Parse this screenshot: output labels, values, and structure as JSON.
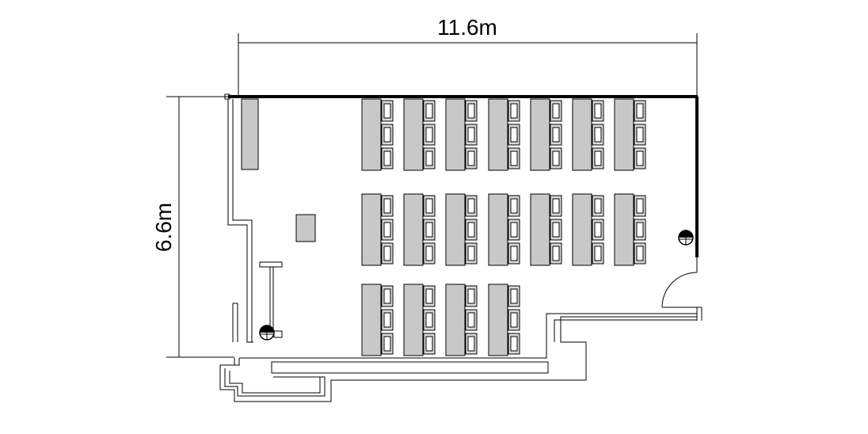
{
  "dimensions": {
    "width_label": "11.6m",
    "height_label": "6.6m"
  },
  "layout_rows": [
    {
      "tables": 7,
      "chairs_per_table": 3
    },
    {
      "tables": 7,
      "chairs_per_table": 3
    },
    {
      "tables": 4,
      "chairs_per_table": 3
    }
  ],
  "colors": {
    "table_fill": "#c8c8c8",
    "chair_fill": "#d8d8d8",
    "line": "#000000"
  }
}
